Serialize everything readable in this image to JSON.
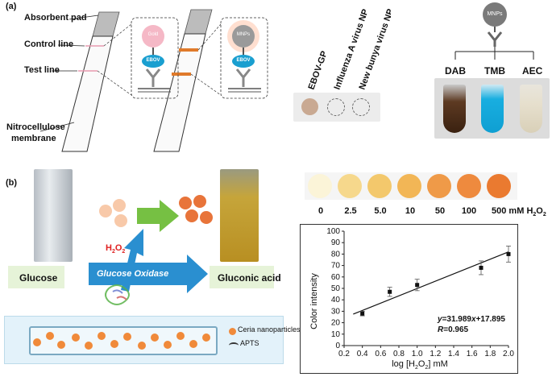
{
  "panel_a": {
    "label": "(a)",
    "strip_labels": {
      "absorbent_pad": "Absorbent pad",
      "control_line": "Control line",
      "test_line": "Test line",
      "membrane_1": "Nitrocellulose",
      "membrane_2": "membrane"
    },
    "zoom_left": {
      "particle": "Gold",
      "antigen": "EBOV"
    },
    "zoom_right": {
      "particle": "MNPs",
      "antigen": "EBOV"
    },
    "dot_labels": [
      "EBOV-GP",
      "Influenza A virus NP",
      "New bunya virus NP"
    ],
    "substrate": {
      "particle": "MNPs",
      "names": [
        "DAB",
        "TMB",
        "AEC"
      ]
    }
  },
  "panel_b": {
    "label": "(b)",
    "scheme": {
      "h2o2": "H",
      "h2o2_sub": "2",
      "h2o2_o": "O",
      "h2o2_sub2": "2",
      "glucose": "Glucose",
      "enzyme": "Glucose Oxidase",
      "product": "Gluconic acid"
    },
    "legend": {
      "ceria": "Ceria nanoparticles",
      "apts": "APTS"
    },
    "concentrations": [
      "0",
      "2.5",
      "5.0",
      "10",
      "50",
      "100",
      "500"
    ],
    "conc_unit": "mM",
    "conc_species": "H",
    "conc_species_sub": "2",
    "conc_species_o": "O",
    "conc_species_sub2": "2",
    "swatch_colors": [
      "#fbf4d8",
      "#f6d88c",
      "#f3c86c",
      "#f2b656",
      "#ef9a48",
      "#ee8a3e",
      "#ea7a30"
    ]
  },
  "chart_data": {
    "type": "scatter",
    "x": [
      0.4,
      0.7,
      1.0,
      1.7,
      2.0
    ],
    "y": [
      28,
      47,
      53,
      68,
      80
    ],
    "error": [
      2,
      4,
      5,
      6,
      7
    ],
    "fit": {
      "slope": 31.989,
      "intercept": 17.895
    },
    "equation_parts": {
      "y": "y",
      "eq": "=31.989",
      "x": "x",
      "rest": "+17.895"
    },
    "r_parts": {
      "r": "R",
      "eq": "=0.965"
    },
    "xlabel_pre": "log [H",
    "xlabel_sub": "2",
    "xlabel_mid": "O",
    "xlabel_sub2": "2",
    "xlabel_post": "] mM",
    "ylabel": "Color intensity",
    "xlim": [
      0.2,
      2.0
    ],
    "ylim": [
      0,
      100
    ],
    "xticks": [
      "0.2",
      "0.4",
      "0.6",
      "0.8",
      "1.0",
      "1.2",
      "1.4",
      "1.6",
      "1.8",
      "2.0"
    ],
    "yticks": [
      "0",
      "10",
      "20",
      "30",
      "40",
      "50",
      "60",
      "70",
      "80",
      "90",
      "100"
    ]
  }
}
